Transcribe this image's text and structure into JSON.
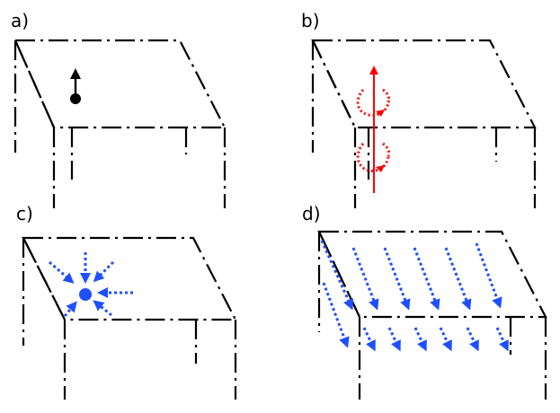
{
  "panels": [
    {
      "label": "a)"
    },
    {
      "label": "b)"
    },
    {
      "label": "c)"
    },
    {
      "label": "d)"
    }
  ],
  "colors": {
    "outline": "#000000",
    "red": "#ff0000",
    "blue": "#1f4fff",
    "background": "#ffffff"
  }
}
